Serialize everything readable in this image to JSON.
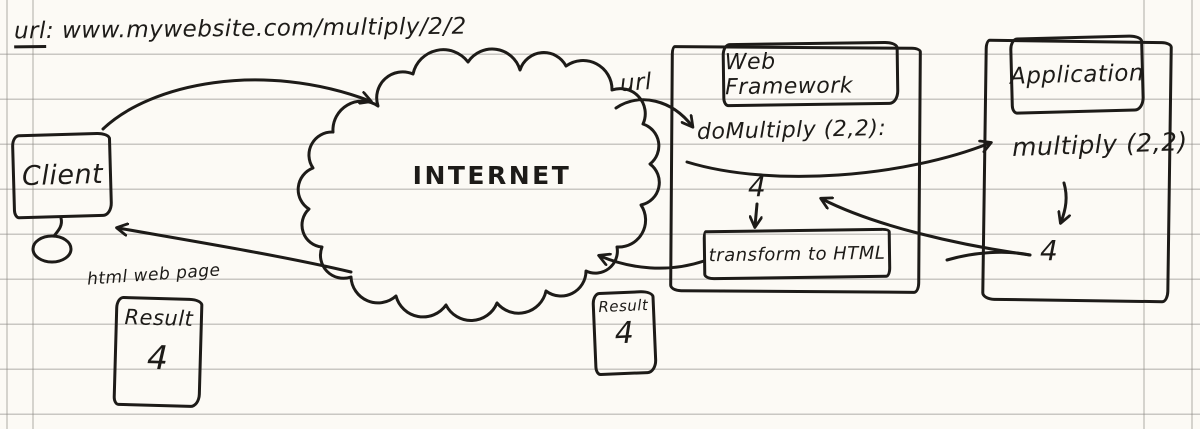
{
  "colors": {
    "ink": "#1d1b18",
    "paper": "#fcfaf5",
    "rule_line": "#8c8a84"
  },
  "url_note": {
    "label": "url",
    "rest": ": www.mywebsite.com/multiply/2/2"
  },
  "client": {
    "label": "Client"
  },
  "internet": {
    "label": "INTERNET"
  },
  "arrows": {
    "url_label": "url",
    "html_web_page_label": "html web page"
  },
  "web_framework": {
    "title": "Web Framework",
    "call": "doMultiply (2,2):",
    "value": "4",
    "transform_label": "transform to HTML"
  },
  "application": {
    "title": "Application",
    "call": "multiply (2,2)",
    "value": "4"
  },
  "result_client": {
    "title": "Result",
    "value": "4"
  },
  "result_internet": {
    "title": "Result",
    "value": "4"
  }
}
